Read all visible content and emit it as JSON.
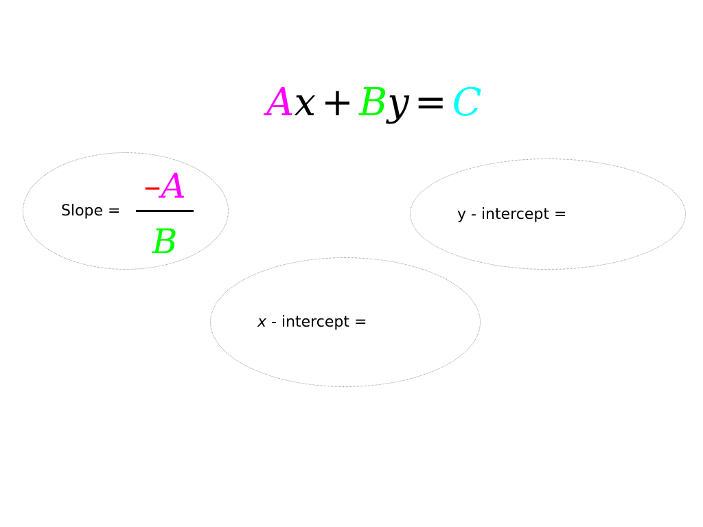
{
  "equation": {
    "a": "A",
    "x": "x",
    "plus": "+",
    "b": "B",
    "y": "y",
    "equals": "=",
    "c": "C"
  },
  "slope": {
    "label": "Slope =",
    "numerator_sign": "–",
    "numerator": "A",
    "denominator": "B"
  },
  "y_intercept": {
    "label": "y - intercept ="
  },
  "x_intercept": {
    "var": "x",
    "label_rest": " - intercept ="
  },
  "colors": {
    "A": "#ff00ff",
    "B": "#00ff00",
    "C": "#00ffff",
    "minus": "#ff0000"
  }
}
